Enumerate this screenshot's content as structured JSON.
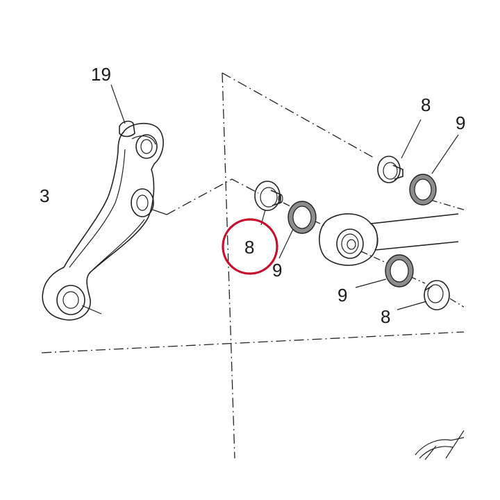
{
  "labels": {
    "link_arm": "19",
    "left_edge": "3",
    "bolt_upper_right": "8",
    "washer_upper_right": "9",
    "bolt_center": "8",
    "washer_center": "9",
    "washer_lower": "9",
    "bolt_lower": "8"
  },
  "highlight": {
    "part_number": "8",
    "color": "#c8102e"
  }
}
